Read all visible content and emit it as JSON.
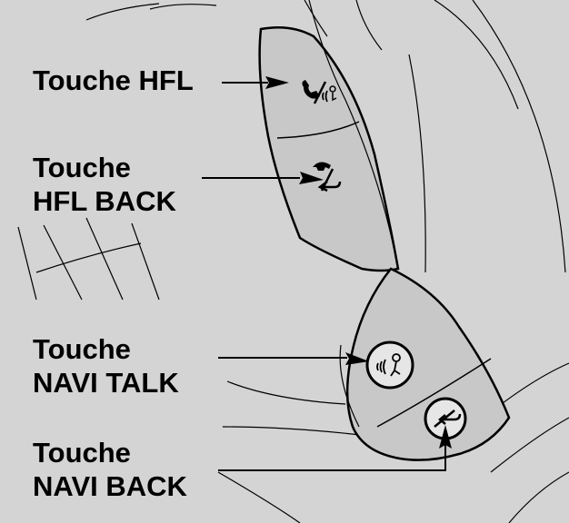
{
  "labels": {
    "hfl": "Touche HFL",
    "hfl_back": {
      "line1": "Touche",
      "line2": "HFL BACK"
    },
    "navi_talk": {
      "line1": "Touche",
      "line2": "NAVI TALK"
    },
    "navi_back": {
      "line1": "Touche",
      "line2": "NAVI BACK"
    }
  },
  "colors": {
    "background": "#d4d4d4",
    "panel": "#c7c7c7",
    "line": "#000000"
  },
  "icons": {
    "hfl_button": "phone-voice-icon",
    "hfl_back_button": "hangup-back-icon",
    "navi_talk_button": "voice-talk-icon",
    "navi_back_button": "back-arrow-icon"
  }
}
